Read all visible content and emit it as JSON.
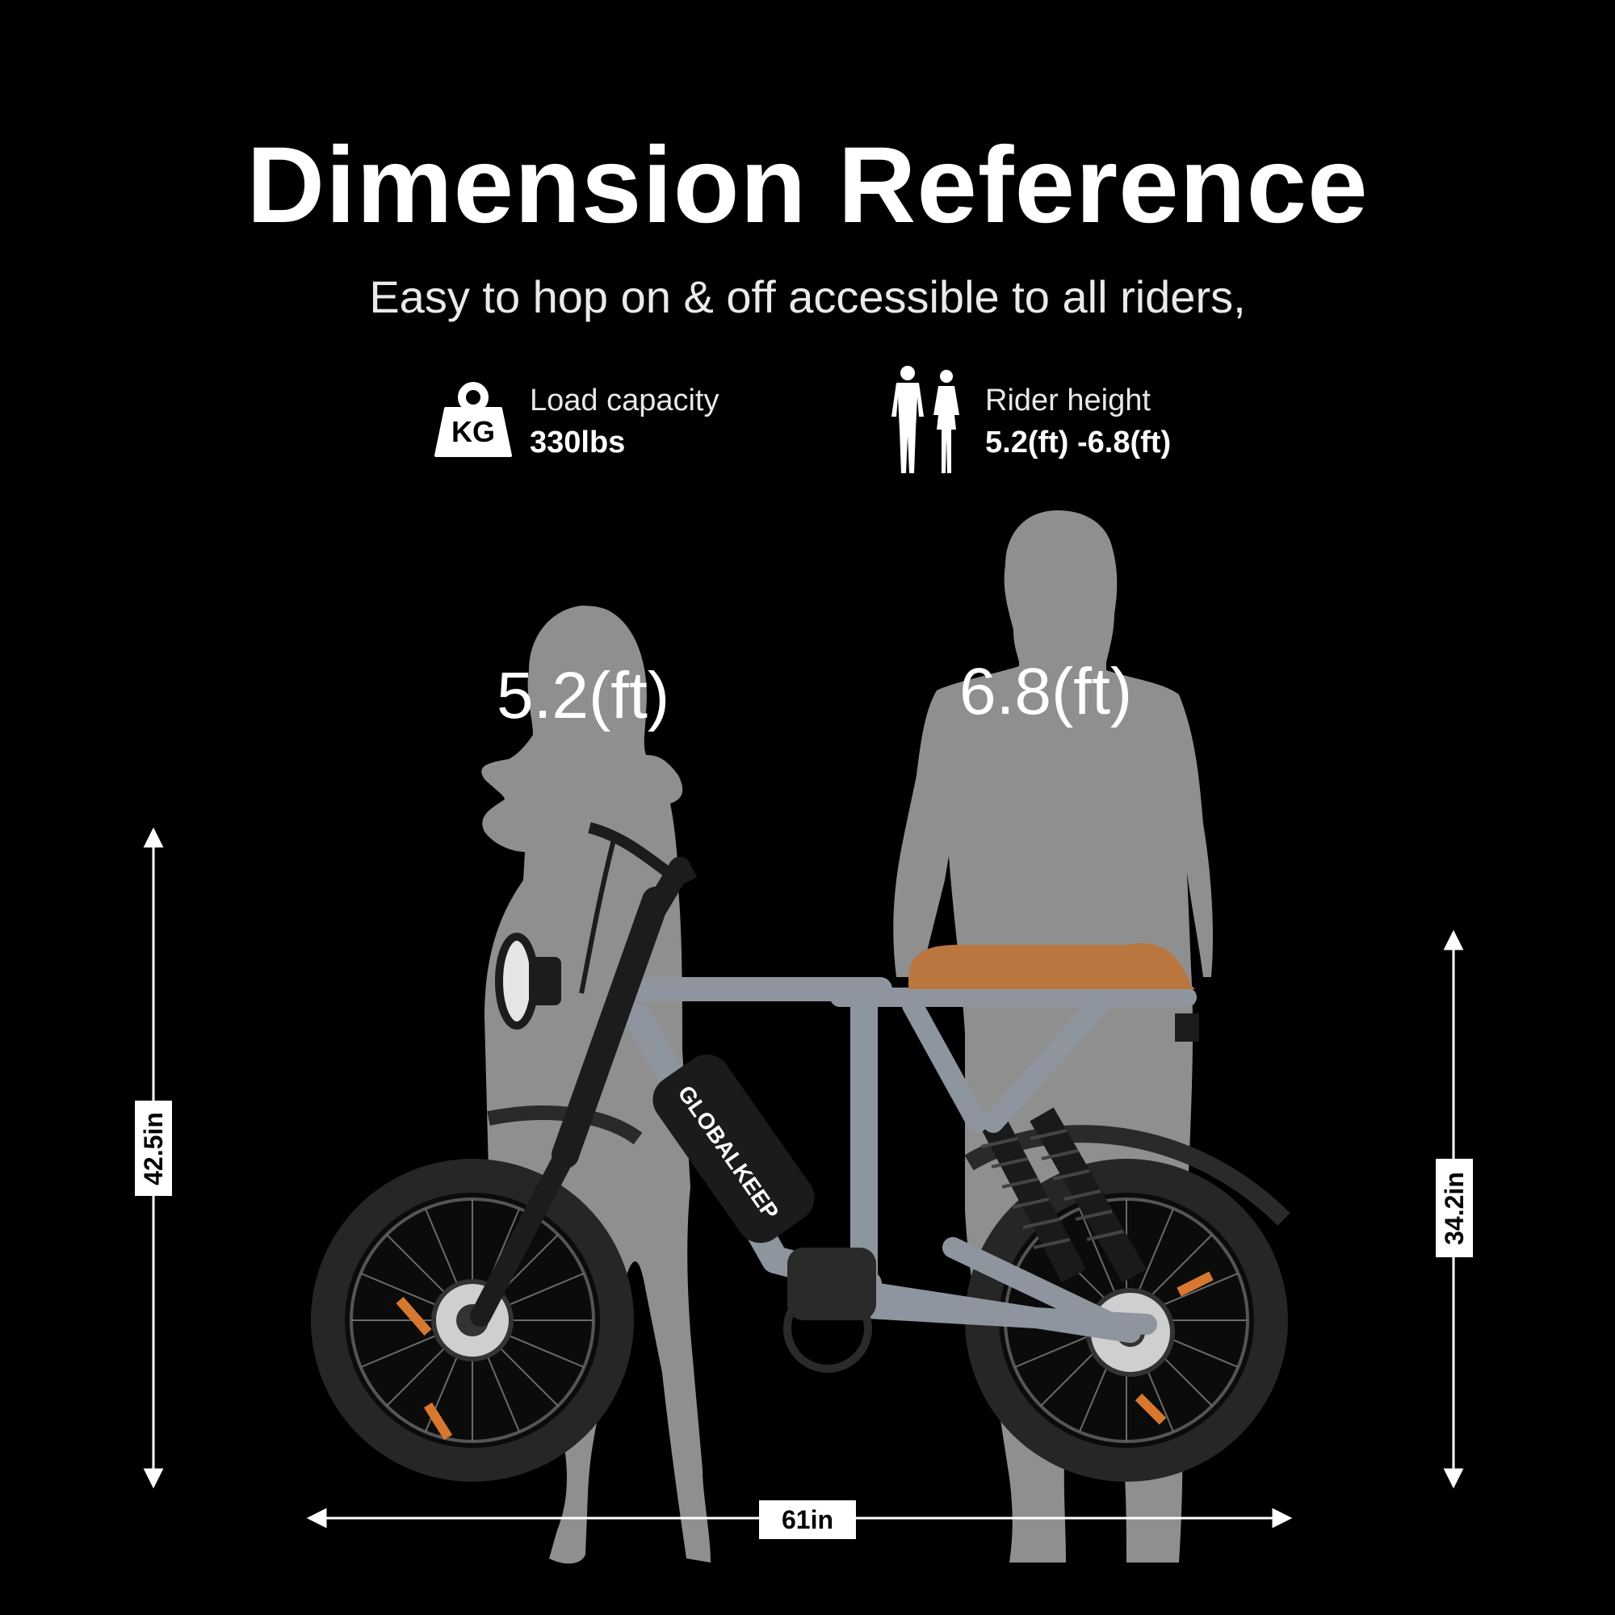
{
  "header": {
    "title": "Dimension Reference",
    "subtitle": "Easy to hop on & off accessible to all riders,"
  },
  "specs": {
    "load": {
      "icon": "weight-kg-icon",
      "icon_text": "KG",
      "label": "Load capacity",
      "value": "330lbs"
    },
    "rider": {
      "icon": "rider-silhouettes-icon",
      "label": "Rider height",
      "value": "5.2(ft) -6.8(ft)"
    }
  },
  "figures": {
    "short_rider_height": "5.2(ft)",
    "tall_rider_height": "6.8(ft)"
  },
  "dimensions": {
    "overall_height": "42.5in",
    "seat_height": "34.2in",
    "length": "61in"
  },
  "bike": {
    "brand": "GLOBALKEEP",
    "colors": {
      "frame": "#8e959e",
      "seat": "#b9773f",
      "accent": "#d8782f",
      "tire": "#2a2a2a"
    }
  },
  "colors": {
    "background": "#000000",
    "silhouette": "#8f8f8f",
    "text": "#ffffff"
  }
}
